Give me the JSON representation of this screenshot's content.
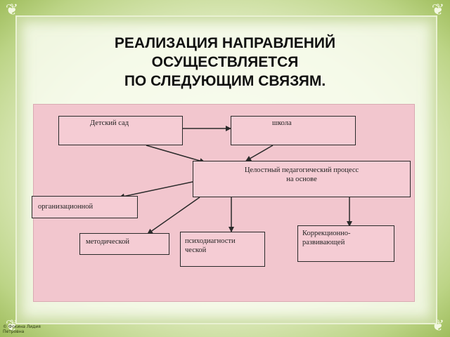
{
  "title_lines": [
    "РЕАЛИЗАЦИЯ НАПРАВЛЕНИЙ",
    "ОСУЩЕСТВЛЯЕТСЯ",
    "ПО СЛЕДУЮЩИМ СВЯЗЯМ."
  ],
  "diagram": {
    "kindergarten": "Детский сад",
    "school": "школа",
    "process_line1": "Целостный педагогический процесс",
    "process_line2": "на основе",
    "organizational": "организационной",
    "methodical": "методической",
    "psycho_line1": "психодиагности",
    "psycho_line2": "ческой",
    "correction_line1": "Коррекционно-",
    "correction_line2": "развивающей"
  },
  "colors": {
    "background_green": "#a9c46a",
    "diagram_pink": "#f2c6ce",
    "border": "#2a2a2a"
  },
  "copyright": "© Фокина Лидия Петровна"
}
